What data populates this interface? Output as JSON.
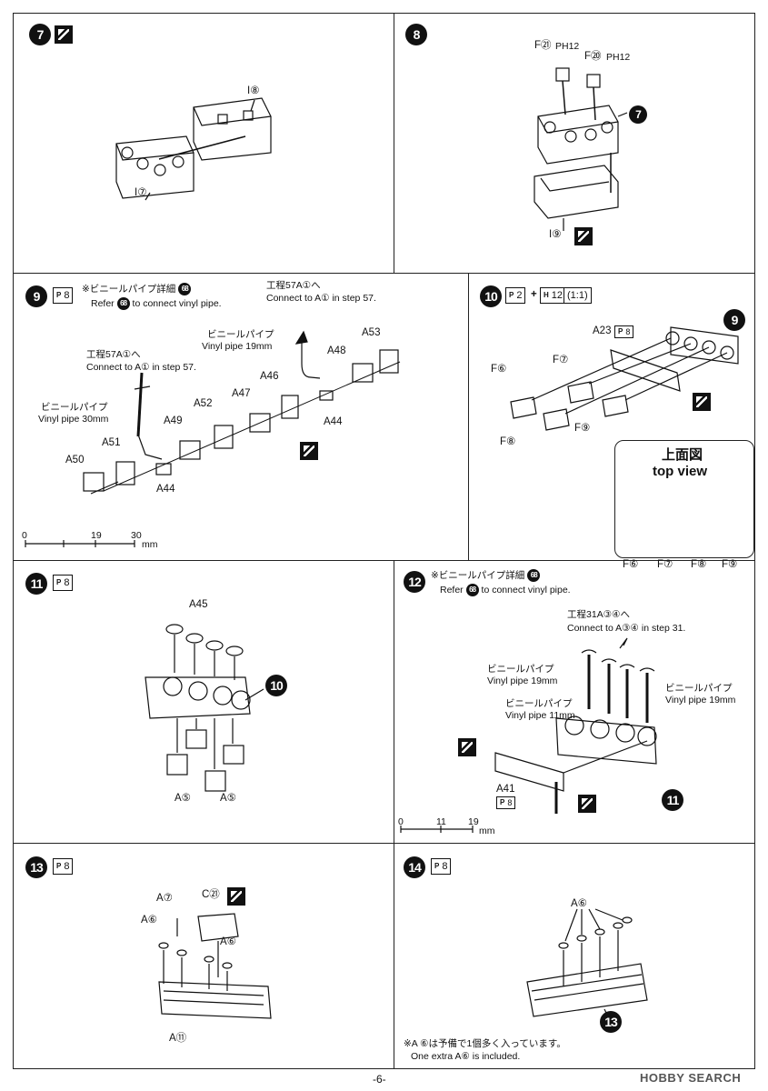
{
  "steps": {
    "s7": {
      "num": "7",
      "labels": {
        "i8": "I⑧",
        "i7": "I⑦"
      }
    },
    "s8": {
      "num": "8",
      "labels": {
        "f21": "F㉑",
        "f21_tag": "PH12",
        "f20": "F⑳",
        "f20_tag": "PH12",
        "ref7": "7",
        "i9": "I⑨"
      }
    },
    "s9": {
      "num": "9",
      "ph": "8",
      "note_jp": "※ビニールパイプ詳細",
      "note_ref": "68",
      "note_en_a": "Refer",
      "note_en_b": "to connect vinyl pipe.",
      "c1_jp": "工程",
      "c1_step": "57",
      "c1_jp2": "A①へ",
      "c1_en": "Connect to A① in step",
      "c2_jp": "工程",
      "c2_step": "57",
      "c2_jp2": "A①へ",
      "c2_en": "Connect to A① in step",
      "pipe19_jp": "ビニールパイプ",
      "pipe19_en": "Vinyl pipe 19mm",
      "pipe30_jp": "ビニールパイプ",
      "pipe30_en": "Vinyl pipe 30mm",
      "parts": {
        "a53": "A53",
        "a48": "A48",
        "a46": "A46",
        "a47": "A47",
        "a52": "A52",
        "a49": "A49",
        "a44a": "A44",
        "a44b": "A44",
        "a51": "A51",
        "a50": "A50"
      },
      "scale": {
        "t0": "0",
        "t1": "19",
        "t2": "30",
        "unit": "mm"
      }
    },
    "s10": {
      "num": "10",
      "ph1": "2",
      "plus": "+",
      "ph2": "12",
      "ratio": "(1:1)",
      "parts": {
        "a23": "A23",
        "a23_tag": "8",
        "ref9": "9",
        "f6": "F⑥",
        "f7": "F⑦",
        "f8": "F⑧",
        "f9": "F⑨"
      },
      "topview": {
        "jp": "上面図",
        "en": "top view",
        "f6": "F⑥",
        "f7": "F⑦",
        "f8": "F⑧",
        "f9": "F⑨"
      }
    },
    "s11": {
      "num": "11",
      "ph": "8",
      "parts": {
        "a45": "A45",
        "ref10": "10",
        "a5a": "A⑤",
        "a5b": "A⑤"
      }
    },
    "s12": {
      "num": "12",
      "note_jp": "※ビニールパイプ詳細",
      "note_ref": "68",
      "note_en_a": "Refer",
      "note_en_b": "to connect vinyl pipe.",
      "c_jp": "工程",
      "c_step": "31",
      "c_jp2": "A③④へ",
      "c_en": "Connect to A③④ in step",
      "p1_jp": "ビニールパイプ",
      "p1_en": "Vinyl pipe 19mm",
      "p2_jp": "ビニールパイプ",
      "p2_en": "Vinyl pipe 11mm",
      "p3_jp": "ビニールパイプ",
      "p3_en": "Vinyl pipe 19mm",
      "parts": {
        "a41": "A41",
        "a41_tag": "8",
        "ref11": "11"
      },
      "scale": {
        "t0": "0",
        "t1": "11",
        "t2": "19",
        "unit": "mm"
      }
    },
    "s13": {
      "num": "13",
      "ph": "8",
      "parts": {
        "a7": "A⑦",
        "c21": "C㉑",
        "a6a": "A⑥",
        "a6b": "A⑥",
        "a11": "A⑪"
      }
    },
    "s14": {
      "num": "14",
      "ph": "8",
      "parts": {
        "a6": "A⑥",
        "ref13": "13"
      },
      "note_jp": "※A ⑥は予備で1個多く入っています。",
      "note_en": "One extra A⑥ is included."
    }
  },
  "footer": {
    "page": "-6-",
    "watermark": "HOBBY SEARCH"
  }
}
